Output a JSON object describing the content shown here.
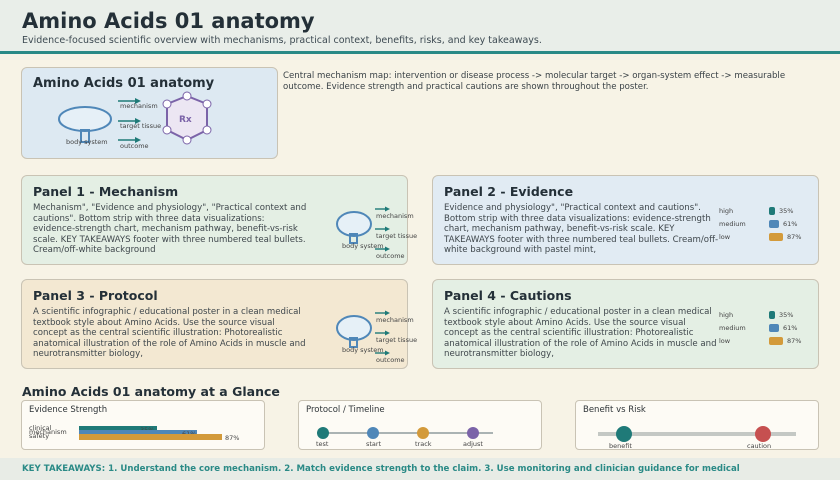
{
  "header": {
    "title": "Amino Acids 01 anatomy",
    "subtitle": "Evidence-focused scientific overview with mechanisms, practical context, benefits, risks, and key takeaways."
  },
  "hero": {
    "title": "Amino Acids 01 anatomy",
    "labels": {
      "mechanism": "mechanism",
      "target": "target tissue",
      "outcome": "outcome",
      "body": "body system",
      "rx": "Rx"
    }
  },
  "intro": "Central mechanism map: intervention or disease process -> molecular target -> organ-system effect -> measurable outcome. Evidence strength and practical cautions are shown throughout the poster.",
  "panels": [
    {
      "title": "Panel 1 - Mechanism",
      "text": "Mechanism\", \"Evidence and physiology\", \"Practical context and cautions\". Bottom strip with three data visualizations: evidence-strength chart, mechanism pathway, benefit-vs-risk scale. KEY TAKEAWAYS footer with three numbered teal bullets. Cream/off-white background"
    },
    {
      "title": "Panel 2 - Evidence",
      "text": "Evidence and physiology\", \"Practical context and cautions\". Bottom strip with three data visualizations: evidence-strength chart, mechanism pathway, benefit-vs-risk scale. KEY TAKEAWAYS footer with three numbered teal bullets. Cream/off-white background with pastel mint,"
    },
    {
      "title": "Panel 3 - Protocol",
      "text": "A scientific infographic / educational poster in a clean medical textbook style about Amino Acids. Use the source visual concept as the central scientific illustration: Photorealistic anatomical illustration of the role of Amino Acids in muscle and neurotransmitter biology,"
    },
    {
      "title": "Panel 4 - Cautions",
      "text": "A scientific infographic / educational poster in a clean medical textbook style about Amino Acids. Use the source visual concept as the central scientific illustration: Photorealistic anatomical illustration of the role of Amino Acids in muscle and neurotransmitter biology,"
    }
  ],
  "mini_diagram": {
    "mechanism": "mechanism",
    "target": "target tissue",
    "outcome": "outcome",
    "body": "body system"
  },
  "mini_bars": [
    {
      "label": "high",
      "value": "35%",
      "color": "#1f7a78"
    },
    {
      "label": "medium",
      "value": "61%",
      "color": "#4f87b8"
    },
    {
      "label": "low",
      "value": "87%",
      "color": "#d39a3a"
    }
  ],
  "glance": {
    "title": "Amino Acids 01 anatomy at a Glance",
    "evidence": {
      "title": "Evidence Strength",
      "bars": [
        {
          "label": "clinical",
          "value": "35%",
          "color": "#1f7a78"
        },
        {
          "label": "mechanism",
          "value": "61%",
          "color": "#4f87b8"
        },
        {
          "label": "safety",
          "value": "87%",
          "color": "#d39a3a"
        }
      ]
    },
    "protocol": {
      "title": "Protocol / Timeline",
      "steps": [
        {
          "label": "test",
          "color": "#1f7a78"
        },
        {
          "label": "start",
          "color": "#4f87b8"
        },
        {
          "label": "track",
          "color": "#d39a3a"
        },
        {
          "label": "adjust",
          "color": "#7b63a8"
        }
      ]
    },
    "balance": {
      "title": "Benefit vs Risk",
      "benefit": "benefit",
      "caution": "caution"
    }
  },
  "footer": "KEY TAKEAWAYS: 1. Understand the core mechanism. 2. Match evidence strength to the claim. 3. Use monitoring and clinician guidance for medical"
}
